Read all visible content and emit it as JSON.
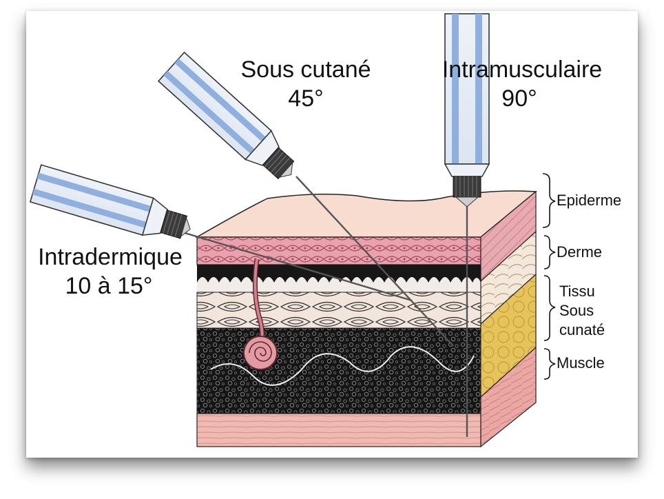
{
  "injection_types": {
    "subcutaneous": {
      "name": "Sous cutané",
      "angle": "45°"
    },
    "intramuscular": {
      "name": "Intramusculaire",
      "angle": "90°"
    },
    "intradermal": {
      "name": "Intradermique",
      "angle": "10 à 15°"
    }
  },
  "layers": {
    "epidermis": "Epiderme",
    "dermis": "Derme",
    "subcutaneous_line1": "Tissu",
    "subcutaneous_line2": "Sous",
    "subcutaneous_line3": "cunaté",
    "muscle": "Muscle"
  },
  "colors": {
    "syringe_barrel": "#dfe7f3",
    "syringe_stripe": "#8fb0de",
    "hub": "#333333",
    "epidermis_top": "#f8d9cc",
    "dermis_pink": "#e59aa6",
    "fat_dark": "#141414",
    "muscle": "#f0b8b0",
    "side_fat_yellow": "#e3c25a"
  }
}
